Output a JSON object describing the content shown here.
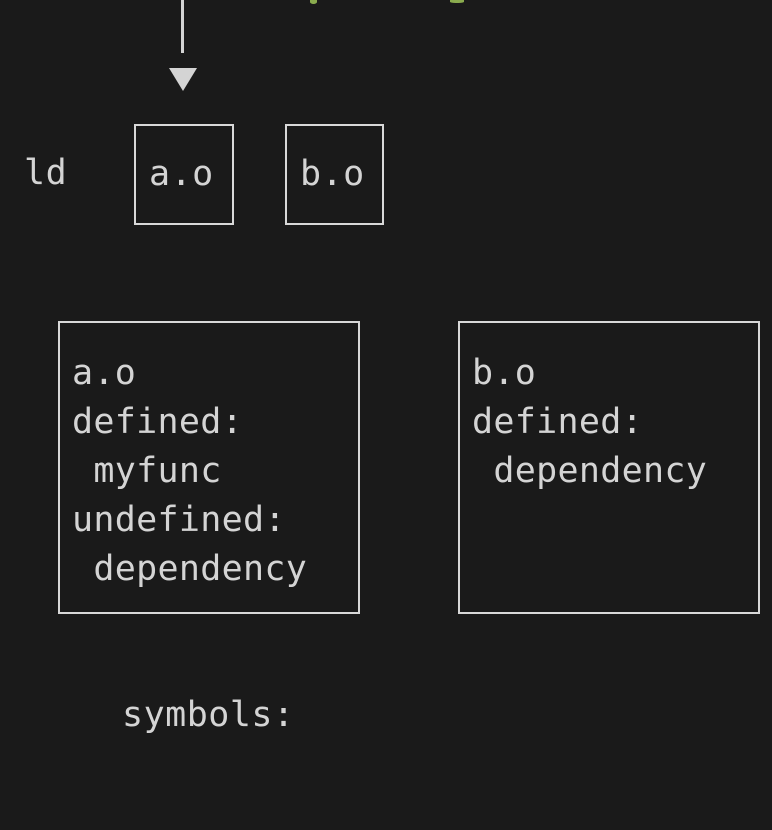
{
  "theme": {
    "background": "#1a1a1a",
    "text_color": "#d4d4d4",
    "border_color": "#d8d8d8",
    "accent_green": "#8aab4e"
  },
  "top_clipped_text": {
    "note": "green text clipped off the top edge of the screenshot; only descender tips visible",
    "color": "#8aab4e",
    "fragments": [
      "",
      ""
    ]
  },
  "connector": {
    "stem_icon": "vertical-line-icon",
    "head_icon": "arrow-down-icon",
    "points_to": "a.o"
  },
  "linker_row": {
    "label": "ld",
    "objects": [
      {
        "name": "a.o"
      },
      {
        "name": "b.o"
      }
    ]
  },
  "symbol_panels": [
    {
      "title": "a.o",
      "lines": [
        "a.o",
        "defined:",
        " myfunc",
        "undefined:",
        " dependency"
      ],
      "defined": [
        "myfunc"
      ],
      "undefined": [
        "dependency"
      ]
    },
    {
      "title": "b.o",
      "lines": [
        "b.o",
        "defined:",
        " dependency"
      ],
      "defined": [
        "dependency"
      ],
      "undefined": []
    }
  ],
  "caption": "symbols:"
}
